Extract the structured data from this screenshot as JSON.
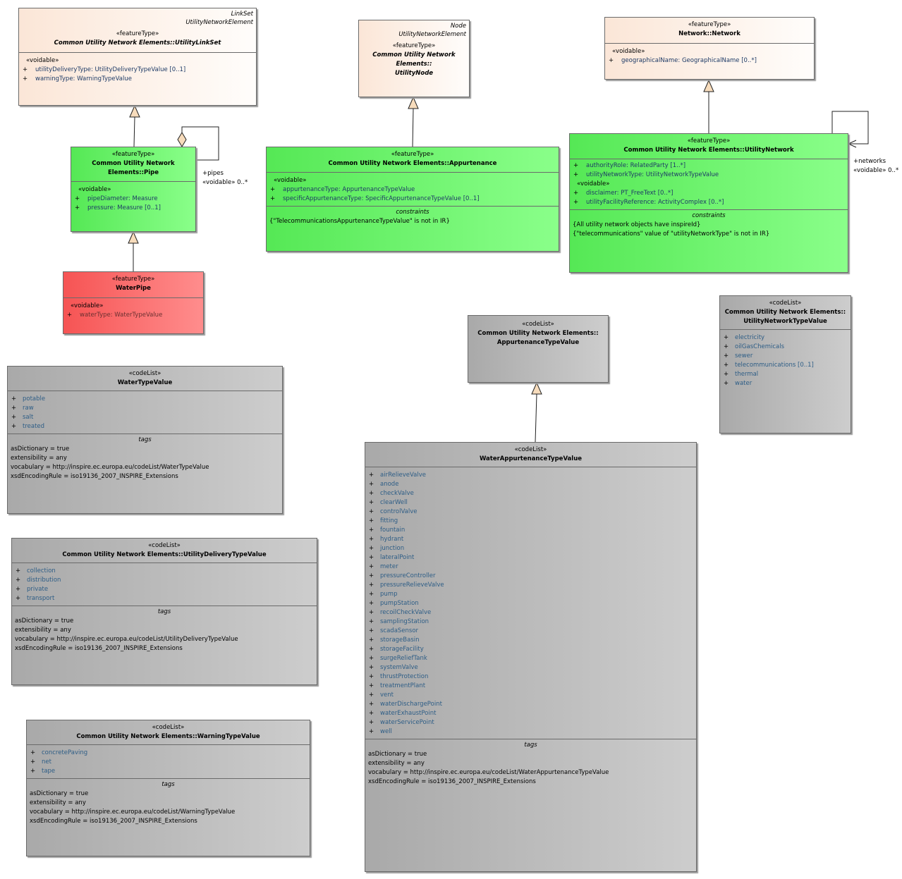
{
  "utility_link_set": {
    "tags": [
      "LinkSet",
      "UtilityNetworkElement"
    ],
    "stereotype": "«featureType»",
    "name": "Common Utility Network Elements::UtilityLinkSet",
    "group": "«voidable»",
    "attributes": [
      {
        "vis": "+",
        "text": "utilityDeliveryType: UtilityDeliveryTypeValue [0..1]"
      },
      {
        "vis": "+",
        "text": "warningType: WarningTypeValue"
      }
    ]
  },
  "utility_node": {
    "tags": [
      "Node",
      "UtilityNetworkElement"
    ],
    "stereotype": "«featureType»",
    "name_line1": "Common Utility Network Elements::",
    "name_line2": "UtilityNode"
  },
  "network": {
    "stereotype": "«featureType»",
    "name": "Network::Network",
    "group": "«voidable»",
    "attributes": [
      {
        "vis": "+",
        "text": "geographicalName: GeographicalName [0..*]"
      }
    ]
  },
  "pipe": {
    "stereotype": "«featureType»",
    "name": "Common Utility Network Elements::Pipe",
    "group": "«voidable»",
    "attributes": [
      {
        "vis": "+",
        "text": "pipeDiameter: Measure"
      },
      {
        "vis": "+",
        "text": "pressure: Measure [0..1]"
      }
    ],
    "assoc_role": "+pipes",
    "assoc_mult": "«voidable» 0..*"
  },
  "appurtenance": {
    "stereotype": "«featureType»",
    "name": "Common Utility Network Elements::Appurtenance",
    "group": "«voidable»",
    "attributes": [
      {
        "vis": "+",
        "text": "appurtenanceType: AppurtenanceTypeValue"
      },
      {
        "vis": "+",
        "text": "specificAppurtenanceType: SpecificAppurtenanceTypeValue [0..1]"
      }
    ],
    "constraints_title": "constraints",
    "constraints": [
      "{\"TelecommunicationsAppurtenanceTypeValue\" is not in IR}"
    ]
  },
  "utility_network": {
    "stereotype": "«featureType»",
    "name": "Common Utility Network Elements::UtilityNetwork",
    "attributes": [
      {
        "vis": "+",
        "text": "authorityRole: RelatedParty [1..*]"
      },
      {
        "vis": "+",
        "text": "utilityNetworkType: UtilityNetworkTypeValue"
      }
    ],
    "group": "«voidable»",
    "voidable_attributes": [
      {
        "vis": "+",
        "text": "disclaimer: PT_FreeText [0..*]"
      },
      {
        "vis": "+",
        "text": "utilityFacilityReference: ActivityComplex [0..*]"
      }
    ],
    "constraints_title": "constraints",
    "constraints": [
      "{All utility network objects have inspireId}",
      "{\"telecommunications\" value of \"utilityNetworkType\" is not in IR}"
    ],
    "assoc_role": "+networks",
    "assoc_mult": "«voidable» 0..*"
  },
  "water_pipe": {
    "stereotype": "«featureType»",
    "name": "WaterPipe",
    "group": "«voidable»",
    "attributes": [
      {
        "vis": "+",
        "text": "waterType: WaterTypeValue"
      }
    ]
  },
  "appurtenance_type_value": {
    "stereotype": "«codeList»",
    "name_line1": "Common Utility Network Elements::",
    "name_line2": "AppurtenanceTypeValue"
  },
  "utility_network_type_value": {
    "stereotype": "«codeList»",
    "name_line1": "Common Utility Network Elements::",
    "name_line2": "UtilityNetworkTypeValue",
    "values": [
      {
        "vis": "+",
        "text": "electricity"
      },
      {
        "vis": "+",
        "text": "oilGasChemicals"
      },
      {
        "vis": "+",
        "text": "sewer"
      },
      {
        "vis": "+",
        "text": "telecommunications [0..1]"
      },
      {
        "vis": "+",
        "text": "thermal"
      },
      {
        "vis": "+",
        "text": "water"
      }
    ]
  },
  "water_type_value": {
    "stereotype": "«codeList»",
    "name": "WaterTypeValue",
    "values": [
      {
        "vis": "+",
        "text": "potable"
      },
      {
        "vis": "+",
        "text": "raw"
      },
      {
        "vis": "+",
        "text": "salt"
      },
      {
        "vis": "+",
        "text": "treated"
      }
    ],
    "tags_title": "tags",
    "tags": [
      "asDictionary = true",
      "extensibility = any",
      "vocabulary = http://inspire.ec.europa.eu/codeList/WaterTypeValue",
      "xsdEncodingRule = iso19136_2007_INSPIRE_Extensions"
    ]
  },
  "utility_delivery_type_value": {
    "stereotype": "«codeList»",
    "name": "Common Utility Network Elements::UtilityDeliveryTypeValue",
    "values": [
      {
        "vis": "+",
        "text": "collection"
      },
      {
        "vis": "+",
        "text": "distribution"
      },
      {
        "vis": "+",
        "text": "private"
      },
      {
        "vis": "+",
        "text": "transport"
      }
    ],
    "tags_title": "tags",
    "tags": [
      "asDictionary = true",
      "extensibility = any",
      "vocabulary = http://inspire.ec.europa.eu/codeList/UtilityDeliveryTypeValue",
      "xsdEncodingRule = iso19136_2007_INSPIRE_Extensions"
    ]
  },
  "warning_type_value": {
    "stereotype": "«codeList»",
    "name": "Common Utility Network Elements::WarningTypeValue",
    "values": [
      {
        "vis": "+",
        "text": "concretePaving"
      },
      {
        "vis": "+",
        "text": "net"
      },
      {
        "vis": "+",
        "text": "tape"
      }
    ],
    "tags_title": "tags",
    "tags": [
      "asDictionary = true",
      "extensibility = any",
      "vocabulary = http://inspire.ec.europa.eu/codeList/WarningTypeValue",
      "xsdEncodingRule = iso19136_2007_INSPIRE_Extensions"
    ]
  },
  "water_appurtenance_type_value": {
    "stereotype": "«codeList»",
    "name": "WaterAppurtenanceTypeValue",
    "values": [
      {
        "vis": "+",
        "text": "airRelieveValve"
      },
      {
        "vis": "+",
        "text": "anode"
      },
      {
        "vis": "+",
        "text": "checkValve"
      },
      {
        "vis": "+",
        "text": "clearWell"
      },
      {
        "vis": "+",
        "text": "controlValve"
      },
      {
        "vis": "+",
        "text": "fitting"
      },
      {
        "vis": "+",
        "text": "fountain"
      },
      {
        "vis": "+",
        "text": "hydrant"
      },
      {
        "vis": "+",
        "text": "junction"
      },
      {
        "vis": "+",
        "text": "lateralPoint"
      },
      {
        "vis": "+",
        "text": "meter"
      },
      {
        "vis": "+",
        "text": "pressureController"
      },
      {
        "vis": "+",
        "text": "pressureRelieveValve"
      },
      {
        "vis": "+",
        "text": "pump"
      },
      {
        "vis": "+",
        "text": "pumpStation"
      },
      {
        "vis": "+",
        "text": "recoilCheckValve"
      },
      {
        "vis": "+",
        "text": "samplingStation"
      },
      {
        "vis": "+",
        "text": "scadaSensor"
      },
      {
        "vis": "+",
        "text": "storageBasin"
      },
      {
        "vis": "+",
        "text": "storageFacility"
      },
      {
        "vis": "+",
        "text": "surgeReliefTank"
      },
      {
        "vis": "+",
        "text": "systemValve"
      },
      {
        "vis": "+",
        "text": "thrustProtection"
      },
      {
        "vis": "+",
        "text": "treatmentPlant"
      },
      {
        "vis": "+",
        "text": "vent"
      },
      {
        "vis": "+",
        "text": "waterDischargePoint"
      },
      {
        "vis": "+",
        "text": "waterExhaustPoint"
      },
      {
        "vis": "+",
        "text": "waterServicePoint"
      },
      {
        "vis": "+",
        "text": "well"
      }
    ],
    "tags_title": "tags",
    "tags": [
      "asDictionary = true",
      "extensibility = any",
      "vocabulary = http://inspire.ec.europa.eu/codeList/WaterAppurtenanceTypeValue",
      "xsdEncodingRule = iso19136_2007_INSPIRE_Extensions"
    ]
  }
}
